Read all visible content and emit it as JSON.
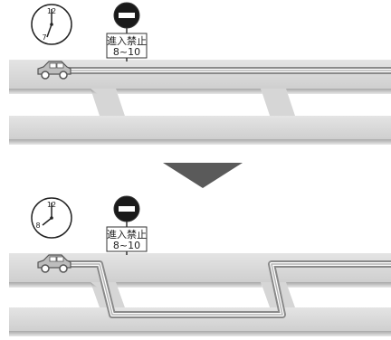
{
  "colors": {
    "road": "#d2d2d2",
    "road_edge": "#b8b8b8",
    "shadow": "#8c8c8c",
    "route": "#9a9a9a",
    "sign_red": "#1a1a1a",
    "arrow": "#5a5a5a"
  },
  "panels": [
    {
      "clock": {
        "top_number": "12",
        "side_number": "7"
      },
      "sign": {
        "line1": "進入禁止",
        "line2": "8~10"
      },
      "route": "straight"
    },
    {
      "clock": {
        "top_number": "12",
        "side_number": "8"
      },
      "sign": {
        "line1": "進入禁止",
        "line2": "8~10"
      },
      "route": "detour"
    }
  ],
  "icons": {
    "clock": "clock-icon",
    "no_entry": "no-entry-sign-icon",
    "car": "car-icon",
    "arrow": "down-arrow-icon"
  }
}
